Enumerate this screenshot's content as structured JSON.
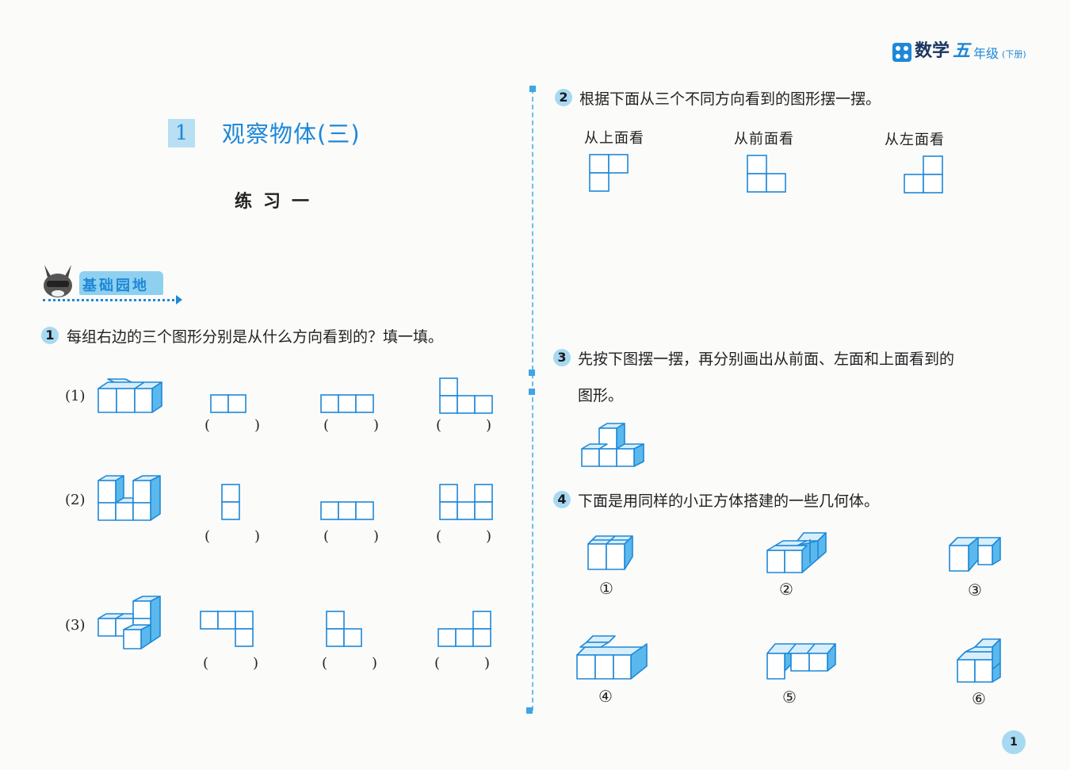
{
  "header": {
    "subject": "数学",
    "grade": "五",
    "level": "年级",
    "volume": "(下册)"
  },
  "unit": {
    "number": "1",
    "title": "观察物体(三)"
  },
  "practice_title": "练习一",
  "section_banner": "基础园地",
  "q1": {
    "num": "1",
    "text": "每组右边的三个图形分别是从什么方向看到的？填一填。",
    "rows": [
      {
        "label": "(1)",
        "blank": [
          "(",
          ")"
        ]
      },
      {
        "label": "(2)",
        "blank": [
          "(",
          ")"
        ]
      },
      {
        "label": "(3)",
        "blank": [
          "(",
          ")"
        ]
      }
    ]
  },
  "q2": {
    "num": "2",
    "text": "根据下面从三个不同方向看到的图形摆一摆。",
    "views": [
      "从上面看",
      "从前面看",
      "从左面看"
    ]
  },
  "q3": {
    "num": "3",
    "text_line1": "先按下图摆一摆，再分别画出从前面、左面和上面看到的",
    "text_line2": "图形。"
  },
  "q4": {
    "num": "4",
    "text": "下面是用同样的小正方体搭建的一些几何体。",
    "labels": [
      "①",
      "②",
      "③",
      "④",
      "⑤",
      "⑥"
    ]
  },
  "page_number": "1",
  "colors": {
    "accent": "#1e88d8",
    "cube_face": "#ffffff",
    "cube_side": "#5ab8ec",
    "cube_top": "#d7eefb",
    "badge": "#a7d9f2"
  }
}
